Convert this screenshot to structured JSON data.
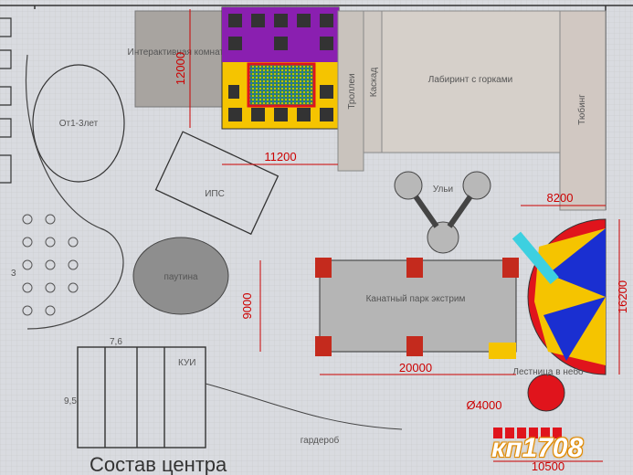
{
  "labels": {
    "interactive_room": "Интерактивная комната",
    "trolley": "Троллеи",
    "cascade": "Каскад",
    "labyrinth": "Лабиринт с горками",
    "tubing": "Тюбинг",
    "age_zone": "От1-3лет",
    "ips": "ИПС",
    "web": "паутина",
    "hives": "Ульи",
    "rope_park": "Канатный парк экстрим",
    "stairs": "Лестница в небо",
    "kui": "КУИ",
    "wardrobe": "гардероб",
    "side_3": "3",
    "side_95": "9,5",
    "side_76": "7,6"
  },
  "dimensions": {
    "d12000": "12000",
    "d11200": "11200",
    "d8200": "8200",
    "d9000": "9000",
    "d16200": "16200",
    "d20000": "20000",
    "d4000": "Ø4000",
    "d10500": "10500"
  },
  "footer": {
    "title": "Состав центра"
  },
  "logo": {
    "text": "кп1708"
  },
  "colors": {
    "dimension_red": "#cc0000",
    "wall": "#222222",
    "yellow": "#f5c400",
    "blue": "#1a2fd1",
    "red": "#e0141c",
    "purple": "#8a1fb0",
    "logo_orange": "#e08a00"
  }
}
